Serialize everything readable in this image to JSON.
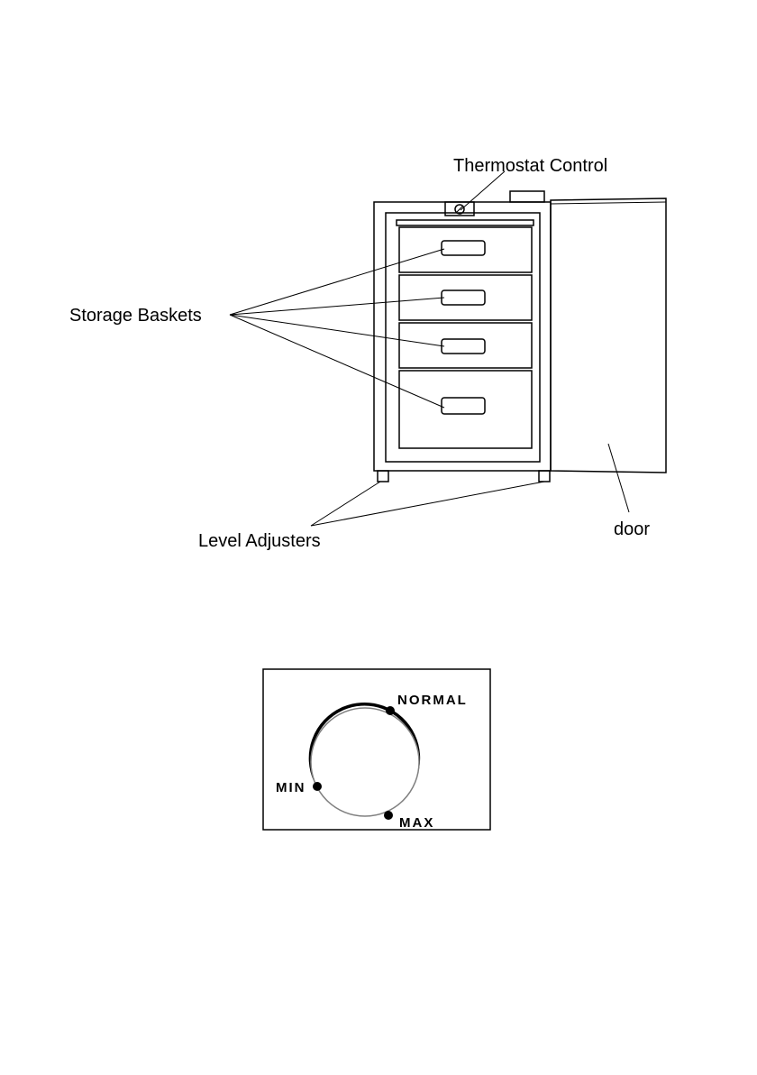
{
  "diagram": {
    "labels": {
      "thermostat": "Thermostat Control",
      "baskets": "Storage Baskets",
      "adjusters": "Level Adjusters",
      "door": "door"
    }
  },
  "dial": {
    "normal": "NORMAL",
    "min": "MIN",
    "max": "MAX"
  }
}
